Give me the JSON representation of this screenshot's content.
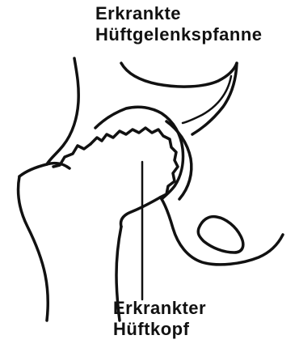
{
  "labels": {
    "acetabulum": {
      "line1": "Erkrankte",
      "line2": "Hüftgelenkspfanne"
    },
    "femoral_head": {
      "line1": "Erkrankter",
      "line2": "Hüftkopf"
    }
  },
  "colors": {
    "ink": "#111111",
    "background": "#ffffff"
  }
}
